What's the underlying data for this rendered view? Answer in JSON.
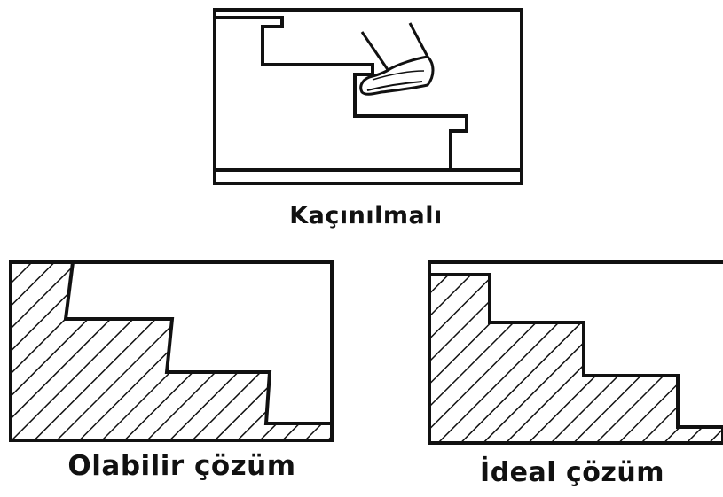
{
  "panels": {
    "avoid": {
      "caption": "Kaçınılmalı"
    },
    "possible": {
      "caption": "Olabilir çözüm"
    },
    "ideal": {
      "caption": "İdeal çözüm"
    }
  },
  "colors": {
    "ink": "#111111",
    "background": "#ffffff"
  }
}
